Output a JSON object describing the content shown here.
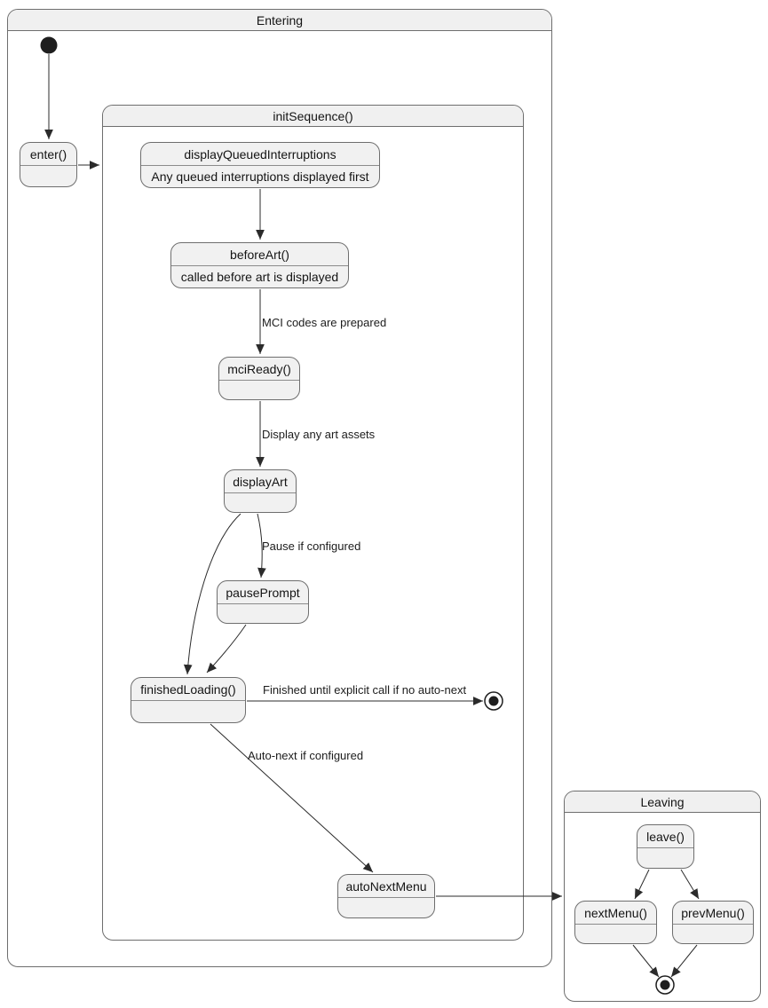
{
  "frames": {
    "entering": {
      "title": "Entering"
    },
    "init_sequence": {
      "title": "initSequence()"
    },
    "leaving": {
      "title": "Leaving"
    }
  },
  "states": {
    "enter": {
      "name": "enter()"
    },
    "display_queued_interruptions": {
      "name": "displayQueuedInterruptions",
      "description": "Any queued interruptions displayed first"
    },
    "before_art": {
      "name": "beforeArt()",
      "description": "called before art is displayed"
    },
    "mci_ready": {
      "name": "mciReady()"
    },
    "display_art": {
      "name": "displayArt"
    },
    "pause_prompt": {
      "name": "pausePrompt"
    },
    "finished_loading": {
      "name": "finishedLoading()"
    },
    "auto_next_menu": {
      "name": "autoNextMenu"
    },
    "leave": {
      "name": "leave()"
    },
    "next_menu": {
      "name": "nextMenu()"
    },
    "prev_menu": {
      "name": "prevMenu()"
    }
  },
  "edge_labels": {
    "mci_codes": "MCI codes are prepared",
    "display_assets": "Display any art assets",
    "pause_if_configured": "Pause if configured",
    "finished_until_explicit": "Finished until explicit call if no auto-next",
    "auto_next_if_configured": "Auto-next if configured"
  },
  "colors": {
    "background": "#ffffff",
    "state_fill": "#f1f1f1",
    "frame_title_fill": "#f0f0f0",
    "border": "#6e6e6e",
    "arrow": "#2b2b2b",
    "text": "#141414"
  }
}
